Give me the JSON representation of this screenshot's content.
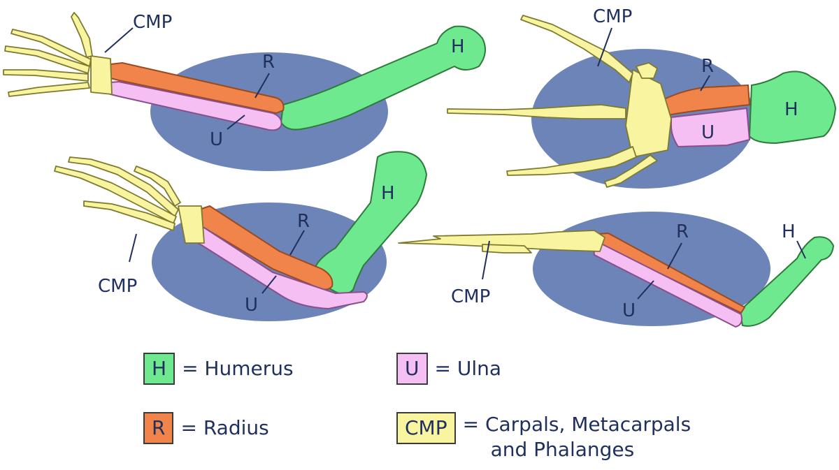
{
  "labels": {
    "humerus": "H",
    "radius": "R",
    "ulna": "U",
    "cmp": "CMP"
  },
  "legend": [
    {
      "key": "H",
      "text": "= Humerus",
      "color": "#6fe98f"
    },
    {
      "key": "U",
      "text": "= Ulna",
      "color": "#f6bff3"
    },
    {
      "key": "R",
      "text": "= Radius",
      "color": "#f0844a"
    },
    {
      "key": "CMP",
      "text": "= Carpals, Metacarpals",
      "text2": "and Phalanges",
      "color": "#f8f4a0"
    }
  ],
  "colors": {
    "oval": "#6d84b8",
    "humerus": "#6fe98f",
    "radius": "#f0844a",
    "ulna": "#f6bff3",
    "cmp": "#f8f4a0",
    "text": "#1f2f5e"
  }
}
